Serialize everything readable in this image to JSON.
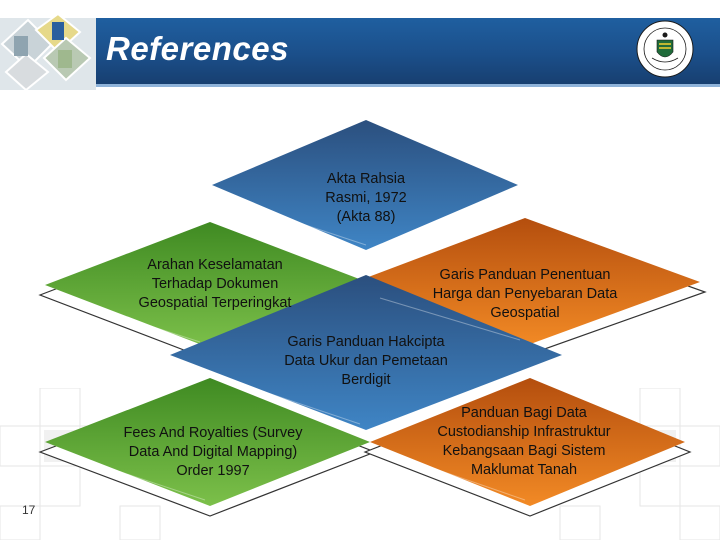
{
  "slide": {
    "title": "References",
    "slide_number": "17"
  },
  "diagram": {
    "items": [
      {
        "id": "top",
        "label": "Akta Rahsia Rasmi, 1972 (Akta 88)",
        "lines": [
          "Akta Rahsia",
          "Rasmi, 1972",
          "(Akta 88)"
        ],
        "color": "#2f6aa6"
      },
      {
        "id": "left",
        "label": "Arahan Keselamatan Terhadap Dokumen Geospatial Terperingkat",
        "lines": [
          "Arahan Keselamatan",
          "Terhadap Dokumen",
          "Geospatial Terperingkat"
        ],
        "color": "#5fa530"
      },
      {
        "id": "right",
        "label": "Garis Panduan Penentuan Harga dan Penyebaran Data Geospatial",
        "lines": [
          "Garis Panduan Penentuan",
          "Harga dan Penyebaran Data",
          "Geospatial"
        ],
        "color": "#e87718"
      },
      {
        "id": "center",
        "label": "Garis Panduan Hakcipta Data Ukur dan Pemetaan Berdigit",
        "lines": [
          "Garis Panduan Hakcipta",
          "Data Ukur dan Pemetaan",
          "Berdigit"
        ],
        "color": "#2f6aa6"
      },
      {
        "id": "bottom-left",
        "label": "Fees And Royalties (Survey Data And Digital Mapping) Order 1997",
        "lines": [
          "Fees And Royalties (Survey",
          "Data And Digital Mapping)",
          "Order 1997"
        ],
        "color": "#5fa530"
      },
      {
        "id": "bottom-right",
        "label": "Panduan Bagi Data Custodianship Infrastruktur Kebangsaan Bagi Sistem Maklumat Tanah",
        "lines": [
          "Panduan Bagi Data",
          "Custodianship Infrastruktur",
          "Kebangsaan Bagi Sistem",
          "Maklumat Tanah"
        ],
        "color": "#e87718"
      }
    ]
  }
}
